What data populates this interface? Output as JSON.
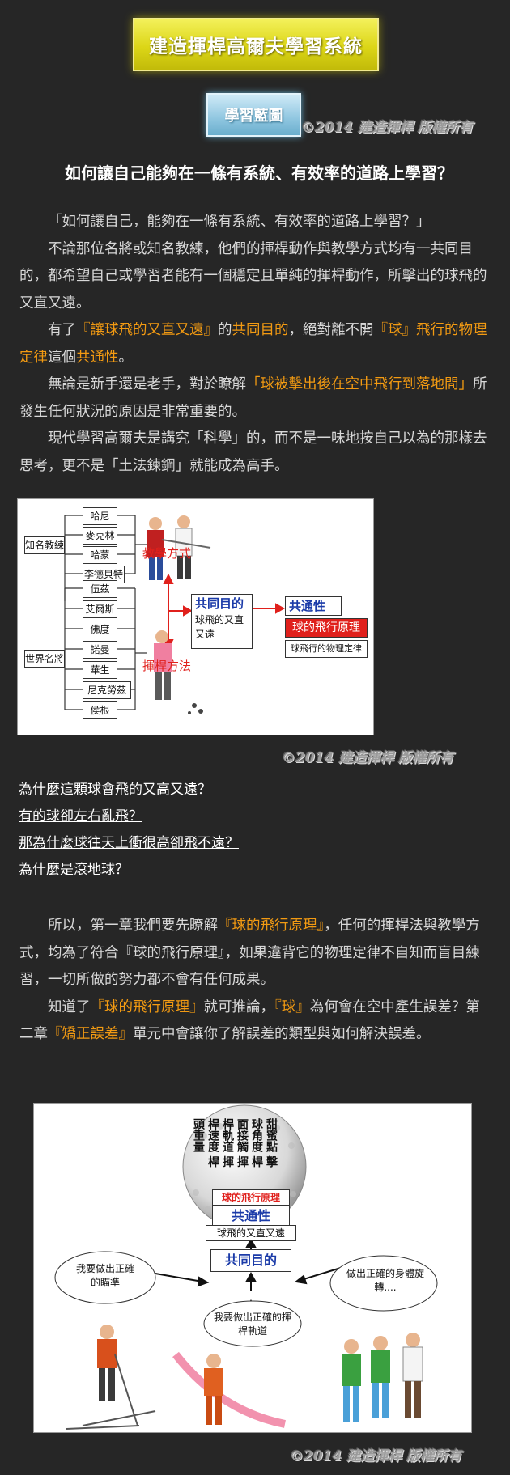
{
  "banner": {
    "title": "建造揮桿高爾夫學習系統"
  },
  "subbanner": {
    "title": "學習藍圖"
  },
  "watermark": "©2014 建造揮桿 版權所有",
  "heading": "如何讓自己能夠在一條有系統、有效率的道路上學習？",
  "intro": {
    "quote": "「如何讓自己，能夠在一條有系統、有效率的道路上學習？」",
    "p1": "不論那位名將或知名教練，他們的揮桿動作與教學方式均有一共同目的，都希望自己或學習者能有一個穩定且單純的揮桿動作，所擊出的球飛的又直又遠。",
    "p2_a": "有了",
    "p2_b": "『讓球飛的又直又遠』",
    "p2_c": "的",
    "p2_d": "共同目的",
    "p2_e": "，絕對離不開",
    "p2_f": "『球』飛行的物理定律",
    "p2_g": "這個",
    "p2_h": "共通性",
    "p2_i": "。",
    "p3_a": "無論是新手還是老手，對於瞭解",
    "p3_b": "「球被擊出後在空中飛行到落地間」",
    "p3_c": "所發生任何狀況的原因是非常重要的。",
    "p4": "現代學習高爾夫是講究「科學」的，而不是一味地按自己以為的那樣去思考，更不是「土法鍊鋼」就能成為高手。"
  },
  "diagram1": {
    "coaches_label": "知名教練",
    "coaches": [
      "哈尼",
      "麥克林",
      "哈蒙",
      "李德貝特"
    ],
    "pros_label": "世界名將",
    "pros": [
      "伍茲",
      "艾爾斯",
      "佛度",
      "諾曼",
      "華生",
      "尼克勞茲",
      "侯根"
    ],
    "teach_label": "教學方式",
    "swing_label": "揮桿方法",
    "goal_title": "共同目的",
    "goal_text_1": "球飛的又直",
    "goal_text_2": "又遠",
    "common_title": "共通性",
    "common_red": "球的飛行原理",
    "common_text": "球飛行的物理定律"
  },
  "questions": [
    "為什麼這顆球會飛的又高又遠？",
    "有的球卻左右亂飛？",
    "那為什麼球往天上衝很高卻飛不遠？",
    "為什麼是滾地球？"
  ],
  "chapter": {
    "p1_a": "所以，第一章我們要先瞭解",
    "p1_b": "『球的飛行原理』",
    "p1_c": "，任何的揮桿法與教學方式，均為了符合『球的飛行原理』，如果違背它的物理定律不自知而盲目練習，一切所做的努力都不會有任何成果。",
    "p2_a": "知道了",
    "p2_b": "『球的飛行原理』",
    "p2_c": "就可推論，",
    "p2_d": "『球』",
    "p2_e": "為何會在空中產生誤差？第二章",
    "p2_f": "『矯正誤差』",
    "p2_g": "單元中會讓你了解誤差的類型與如何解決誤差。"
  },
  "diagram2": {
    "ball_words": [
      "甜蜜點",
      "擊球角度",
      "桿面接觸",
      "揮桿軌道",
      "揮桿速度",
      "桿頭重量"
    ],
    "flight_red": "球的飛行原理",
    "common": "共通性",
    "goal_small": "球飛的又直又遠",
    "goal": "共同目的",
    "bubble1": "我要做出正確的瞄準",
    "bubble2": "我要做出正確的揮桿軌道",
    "bubble3": "做出正確的身體旋轉...."
  }
}
